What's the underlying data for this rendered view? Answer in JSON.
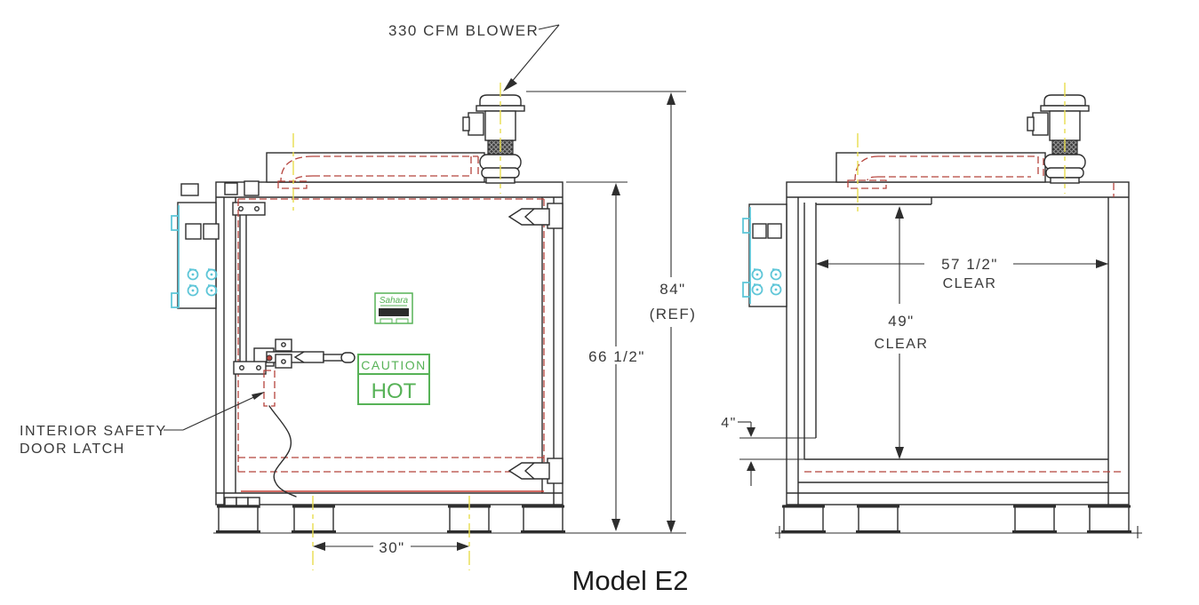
{
  "drawing": {
    "title": "Model E2",
    "labels": {
      "blower": "330 CFM BLOWER",
      "latch_line1": "INTERIOR SAFETY",
      "latch_line2": "DOOR LATCH"
    },
    "dimensions": {
      "overall_height": "84\"",
      "overall_height_note": "(REF)",
      "door_height": "66 1/2\"",
      "leg_centers": "30\"",
      "interior_width": "57 1/2\"",
      "interior_width_note": "CLEAR",
      "interior_height": "49\"",
      "interior_height_note": "CLEAR",
      "floor_duct_gap": "4\""
    },
    "signs": {
      "caution_top": "CAUTION",
      "caution_bottom": "HOT",
      "brand": "Sahara"
    },
    "colors": {
      "line": "#2e2e2e",
      "hidden-red": "#b5433c",
      "solid-red": "#c63d33",
      "centerline-yellow": "#e8dd4e",
      "accent-cyan": "#5fc6d8",
      "safety-green": "#57b257",
      "text": "#3a3a3a"
    }
  }
}
